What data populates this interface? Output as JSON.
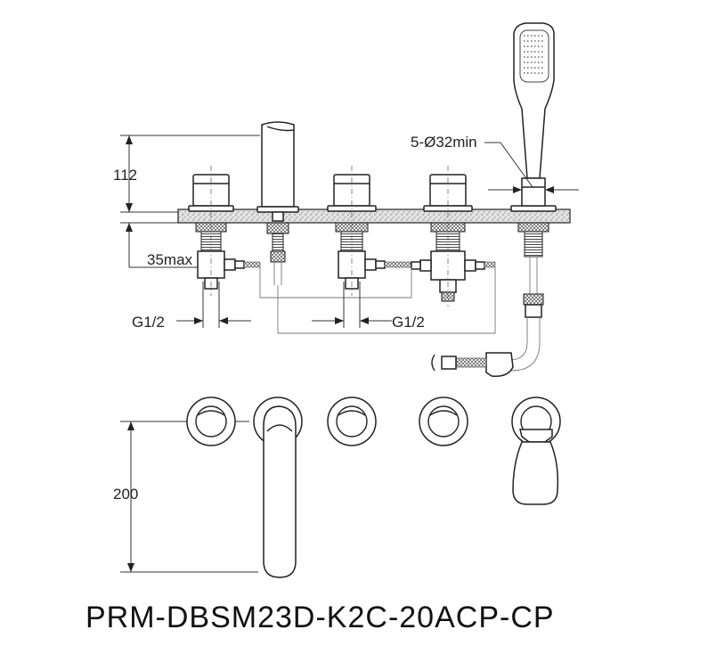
{
  "drawing": {
    "model_code": "PRM-DBSM23D-K2C-20ACP-CP",
    "dimensions": {
      "height_above_deck": "112",
      "deck_thickness_max": "35max",
      "inlet_thread_left": "G1/2",
      "inlet_thread_right": "G1/2",
      "hole_spec": "5-Ø32min",
      "spout_projection": "200"
    },
    "colors": {
      "line": "#222222",
      "deck_fill": "#d9d9d9",
      "background": "#ffffff"
    }
  }
}
